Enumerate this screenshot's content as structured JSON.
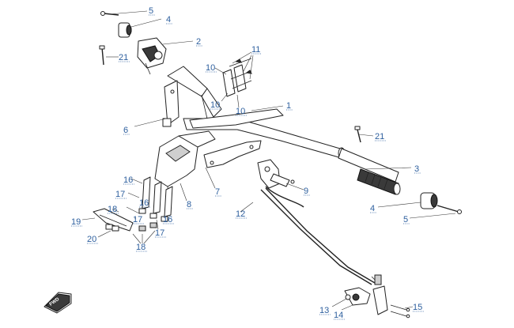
{
  "callouts": {
    "c1": "1",
    "c2": "2",
    "c3": "3",
    "c4a": "4",
    "c4b": "4",
    "c5a": "5",
    "c5b": "5",
    "c6": "6",
    "c7": "7",
    "c8": "8",
    "c9": "9",
    "c10a": "10",
    "c10b": "10",
    "c10c": "10",
    "c11": "11",
    "c12": "12",
    "c13": "13",
    "c14": "14",
    "c15": "15",
    "c16a": "16",
    "c16b": "16",
    "c16c": "16",
    "c17a": "17",
    "c17b": "17",
    "c17c": "17",
    "c18a": "18",
    "c18b": "18",
    "c19": "19",
    "c20": "20",
    "c21a": "21",
    "c21b": "21"
  },
  "fwd_label": "FWD"
}
